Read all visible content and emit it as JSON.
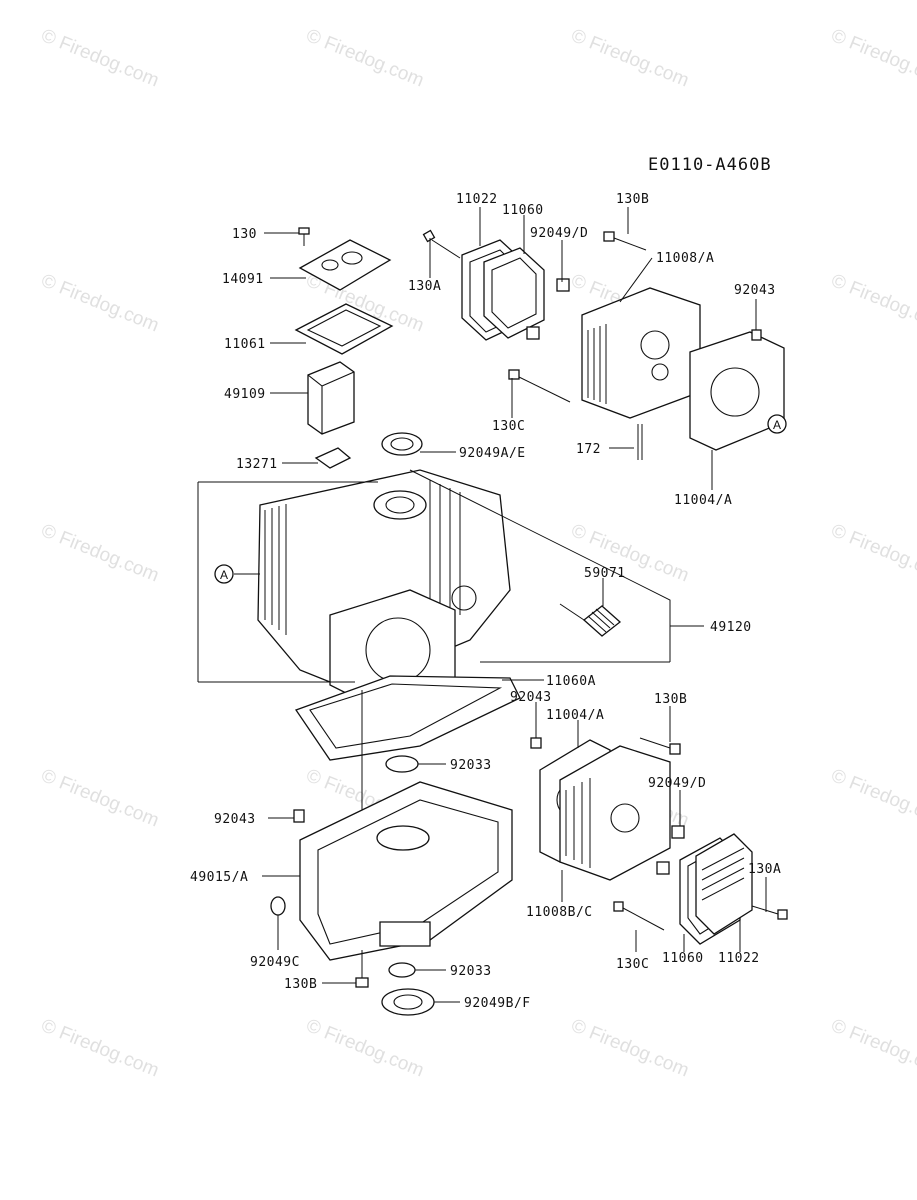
{
  "diagram": {
    "code": "E0110-A460B",
    "watermark": "© Firedog.com",
    "callout_ref": "A",
    "labels": {
      "p130": "130",
      "p14091": "14091",
      "p11061": "11061",
      "p49109": "49109",
      "p13271": "13271",
      "p11022_top": "11022",
      "p11060_top": "11060",
      "p130A_top": "130A",
      "p92049D_top": "92049/D",
      "p130B_top": "130B",
      "p11008A": "11008/A",
      "p92043_top": "92043",
      "p130C_top": "130C",
      "p172": "172",
      "p11004A_top": "11004/A",
      "p92049AE": "92049A/E",
      "p59071": "59071",
      "p49120": "49120",
      "p11060A": "11060A",
      "p92043_mid": "92043",
      "p11004A_mid": "11004/A",
      "p130B_mid": "130B",
      "p92033_top": "92033",
      "p92049D_mid": "92049/D",
      "p92043_left": "92043",
      "p49015A": "49015/A",
      "p92049C": "92049C",
      "p130B_bot": "130B",
      "p92033_bot": "92033",
      "p92049BF": "92049B/F",
      "p11008BC": "11008B/C",
      "p130C_bot": "130C",
      "p11060_bot": "11060",
      "p11022_bot": "11022",
      "p130A_bot": "130A"
    }
  }
}
